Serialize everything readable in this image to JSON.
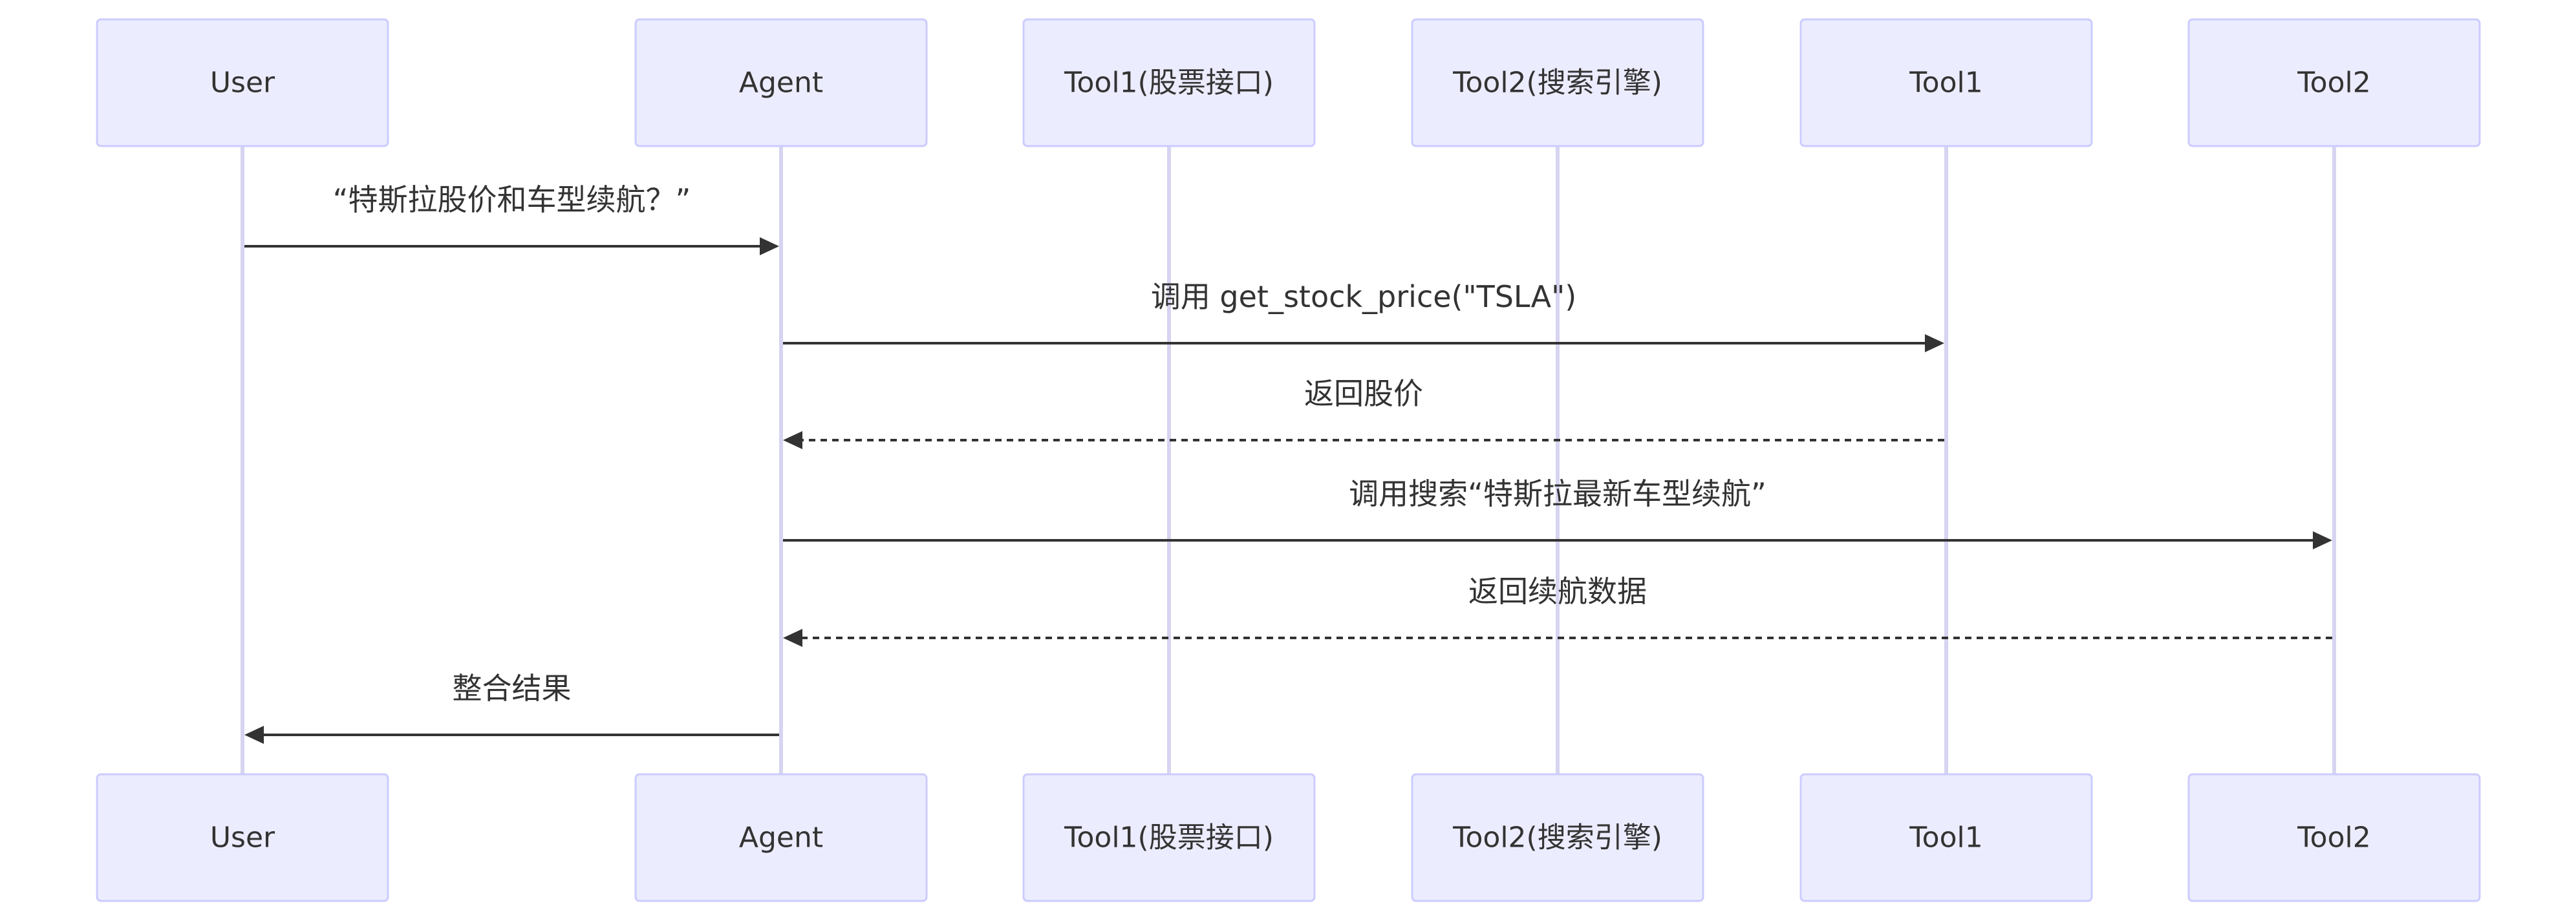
{
  "actors": [
    {
      "id": "user",
      "label": "User"
    },
    {
      "id": "agent",
      "label": "Agent"
    },
    {
      "id": "tool1_stock",
      "label": "Tool1(股票接口)"
    },
    {
      "id": "tool2_search",
      "label": "Tool2(搜索引擎)"
    },
    {
      "id": "tool1",
      "label": "Tool1"
    },
    {
      "id": "tool2",
      "label": "Tool2"
    }
  ],
  "messages": [
    {
      "from": "user",
      "to": "agent",
      "label": "“特斯拉股价和车型续航？”",
      "style": "solid"
    },
    {
      "from": "agent",
      "to": "tool1",
      "label": "调用 get_stock_price(\"TSLA\")",
      "style": "solid"
    },
    {
      "from": "tool1",
      "to": "agent",
      "label": "返回股价",
      "style": "dashed"
    },
    {
      "from": "agent",
      "to": "tool2",
      "label": "调用搜索“特斯拉最新车型续航”",
      "style": "solid"
    },
    {
      "from": "tool2",
      "to": "agent",
      "label": "返回续航数据",
      "style": "dashed"
    },
    {
      "from": "agent",
      "to": "user",
      "label": "整合结果",
      "style": "solid"
    }
  ],
  "colors": {
    "actor_fill": "#ECECFF",
    "actor_stroke": "#CCCCFF",
    "lifeline": "#D6D4F0",
    "line": "#333333",
    "text": "#333333"
  }
}
